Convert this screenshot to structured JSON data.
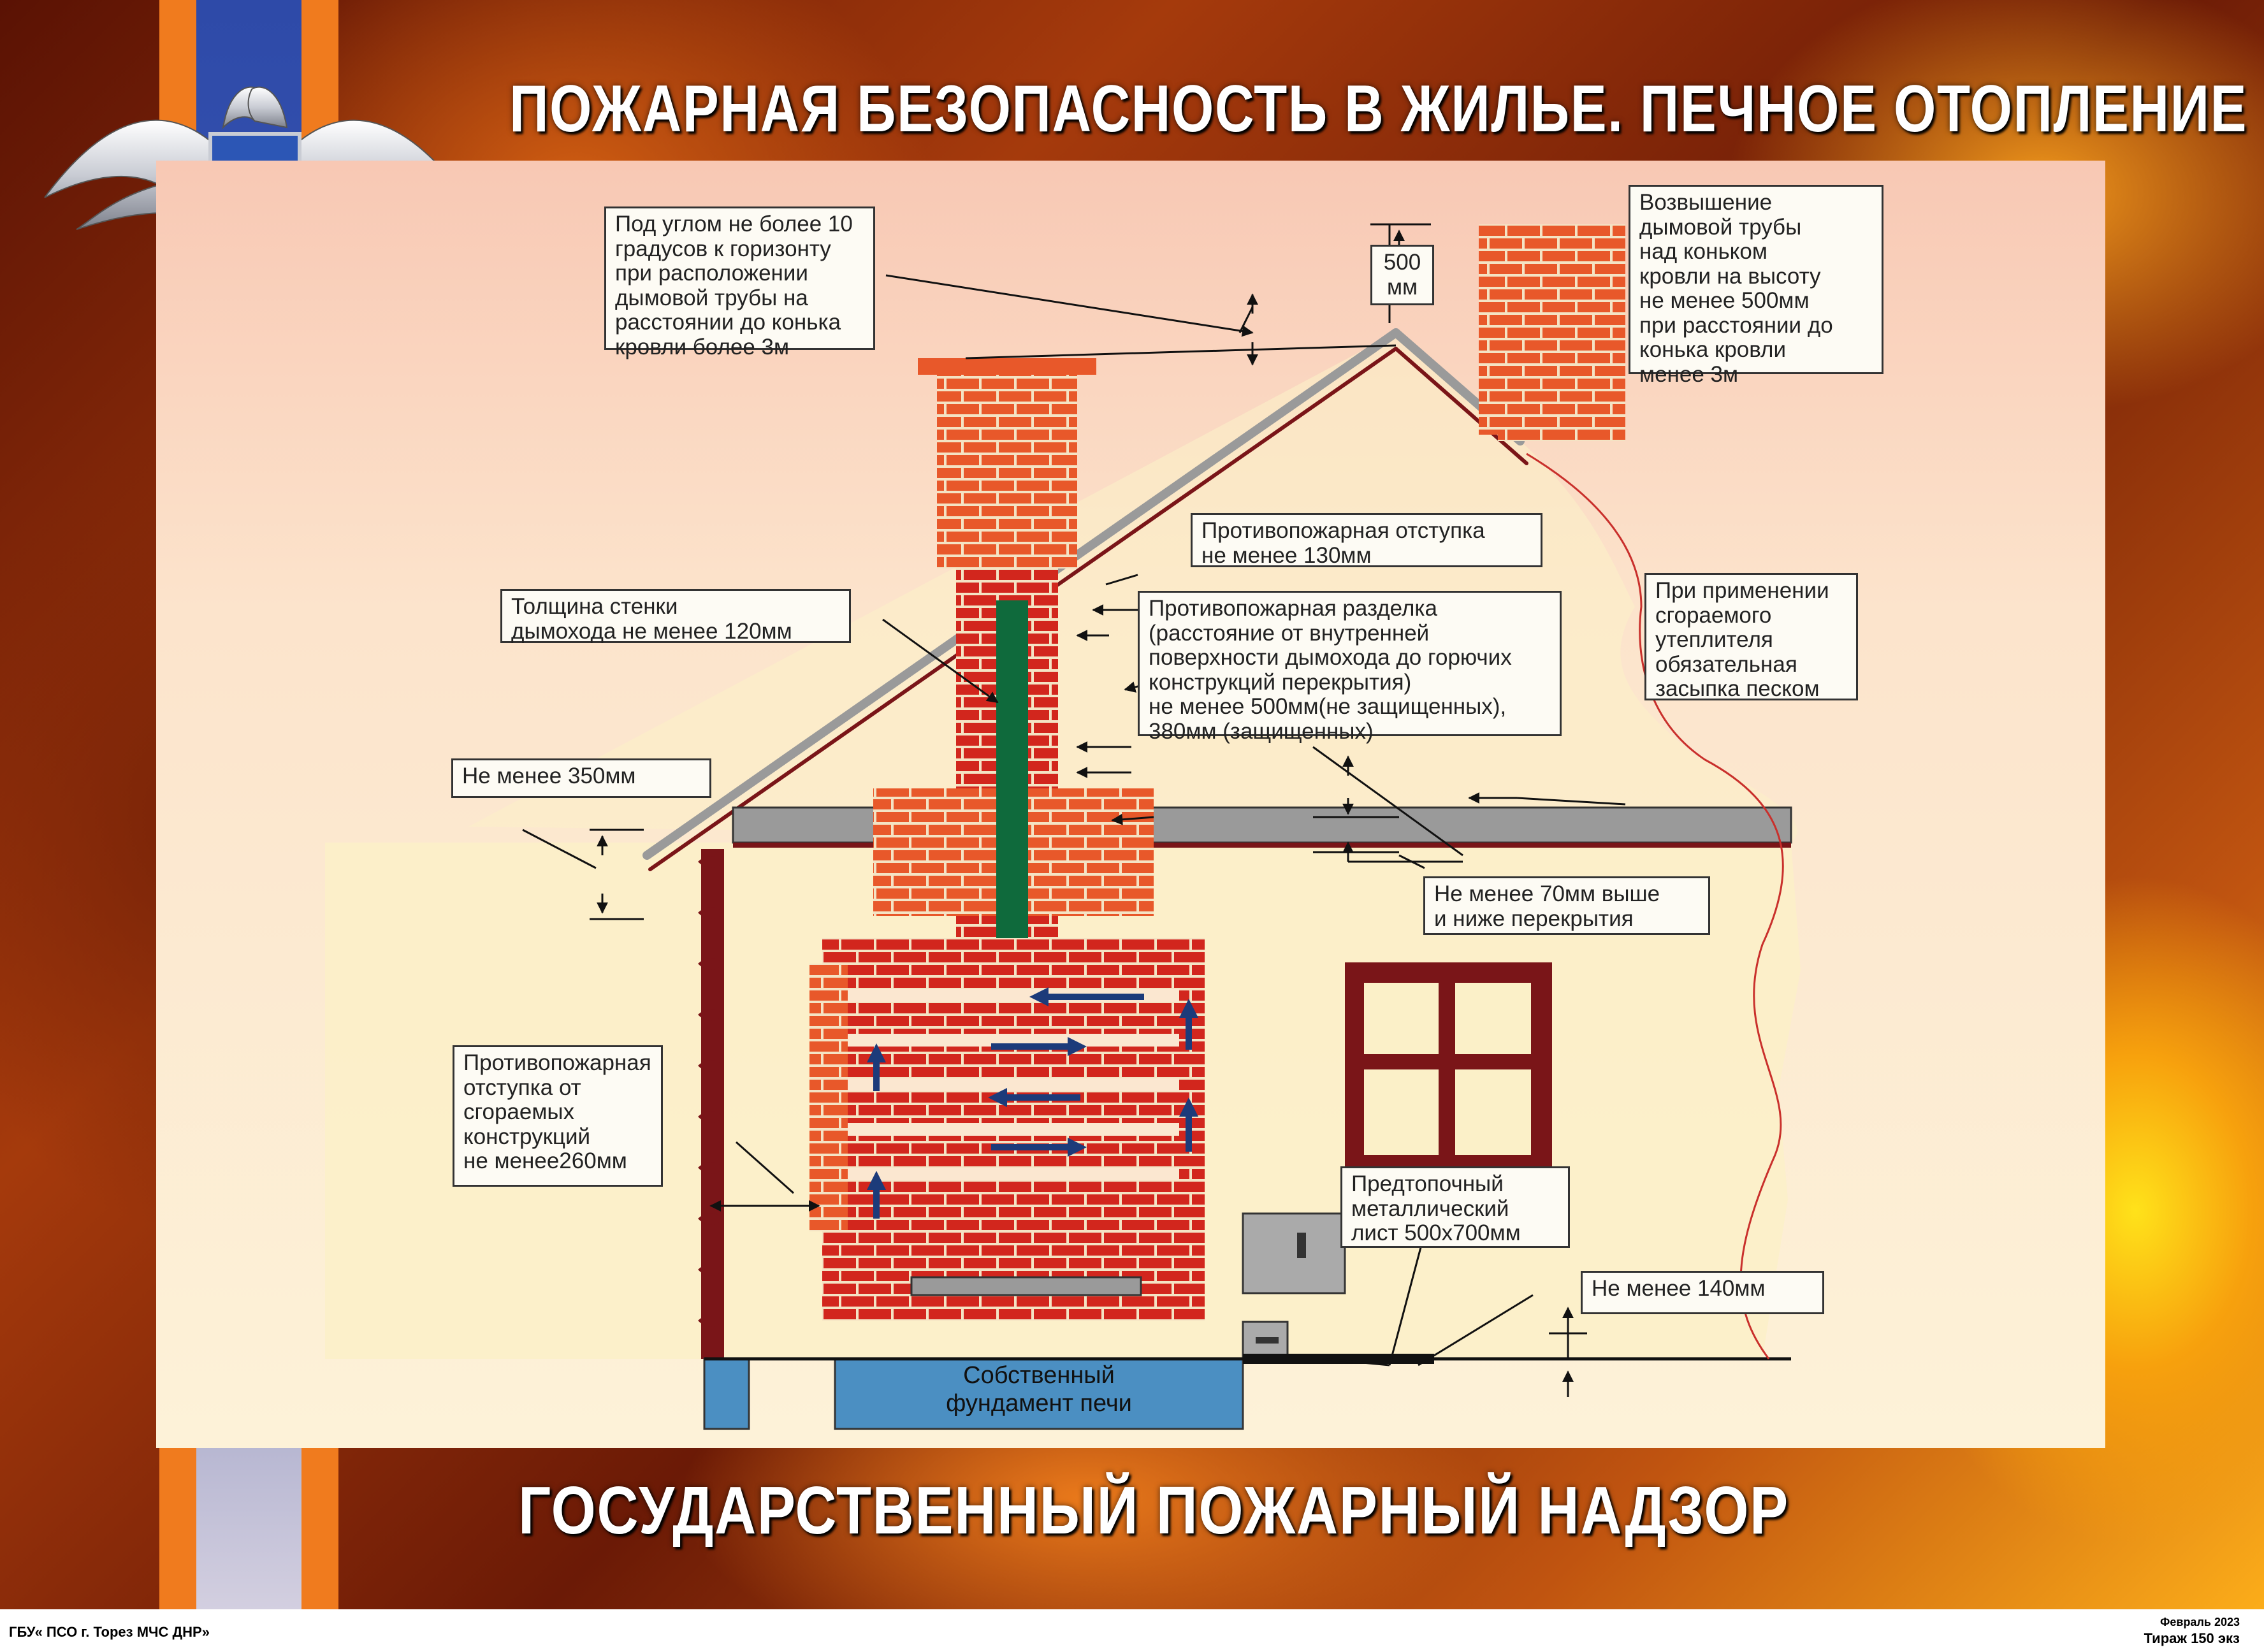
{
  "title": "ПОЖАРНАЯ БЕЗОПАСНОСТЬ В ЖИЛЬЕ. ПЕЧНОЕ ОТОПЛЕНИЕ",
  "subtitle": "ГОСУДАРСТВЕННЫЙ ПОЖАРНЫЙ НАДЗОР",
  "labels": {
    "angle": "Под углом не более 10\nградусов к горизонту\nпри расположении\nдымовой трубы на\nрасстоянии до конька\nкровли более 3м",
    "height_500": "500\nмм",
    "chimney_elevation": "Возвышение\nдымовой трубы\nнад коньком\nкровли на высоту\nне менее 500мм\nпри расстоянии до\nконька кровли\nменее 3м",
    "setback_130": "Противопожарная отступка\nне менее 130мм",
    "wall_thickness": "Толщина стенки\nдымохода не менее 120мм",
    "separation": "Противопожарная разделка\n(расстояние от внутренней\nповерхности дымохода до горючих\nконструкций перекрытия)\nне менее 500мм(не защищенных),\n380мм (защищенных)",
    "insulation": "При применении\nсгораемого\nутеплителя\nобязательная\nзасыпка песком",
    "min_350": "Не менее 350мм",
    "min_70": "Не менее 70мм выше\nи ниже перекрытия",
    "setback_260": "Противопожарная\nотступка от\nсгораемых\nконструкций\nне менее260мм",
    "pre_furnace_sheet": "Предтопочный\nметаллический\nлист 500х700мм",
    "min_140": "Не менее 140мм",
    "foundation": "Собственный\nфундамент печи"
  },
  "footer": {
    "org": "ГБУ« ПСО г. Торез МЧС ДНР»",
    "date": "Февраль 2023",
    "print_run": "Тираж 150 экз"
  },
  "colors": {
    "brick": "#e8582a",
    "brick_dark": "#d2261d",
    "flue": "#0f6a3c",
    "mortar": "#f4e3c4",
    "roof": "#9a9a9a",
    "accent_orange": "#f07b1e",
    "accent_blue": "#2e4aa8",
    "foundation": "#4b8fc2",
    "window": "#7a1518"
  }
}
